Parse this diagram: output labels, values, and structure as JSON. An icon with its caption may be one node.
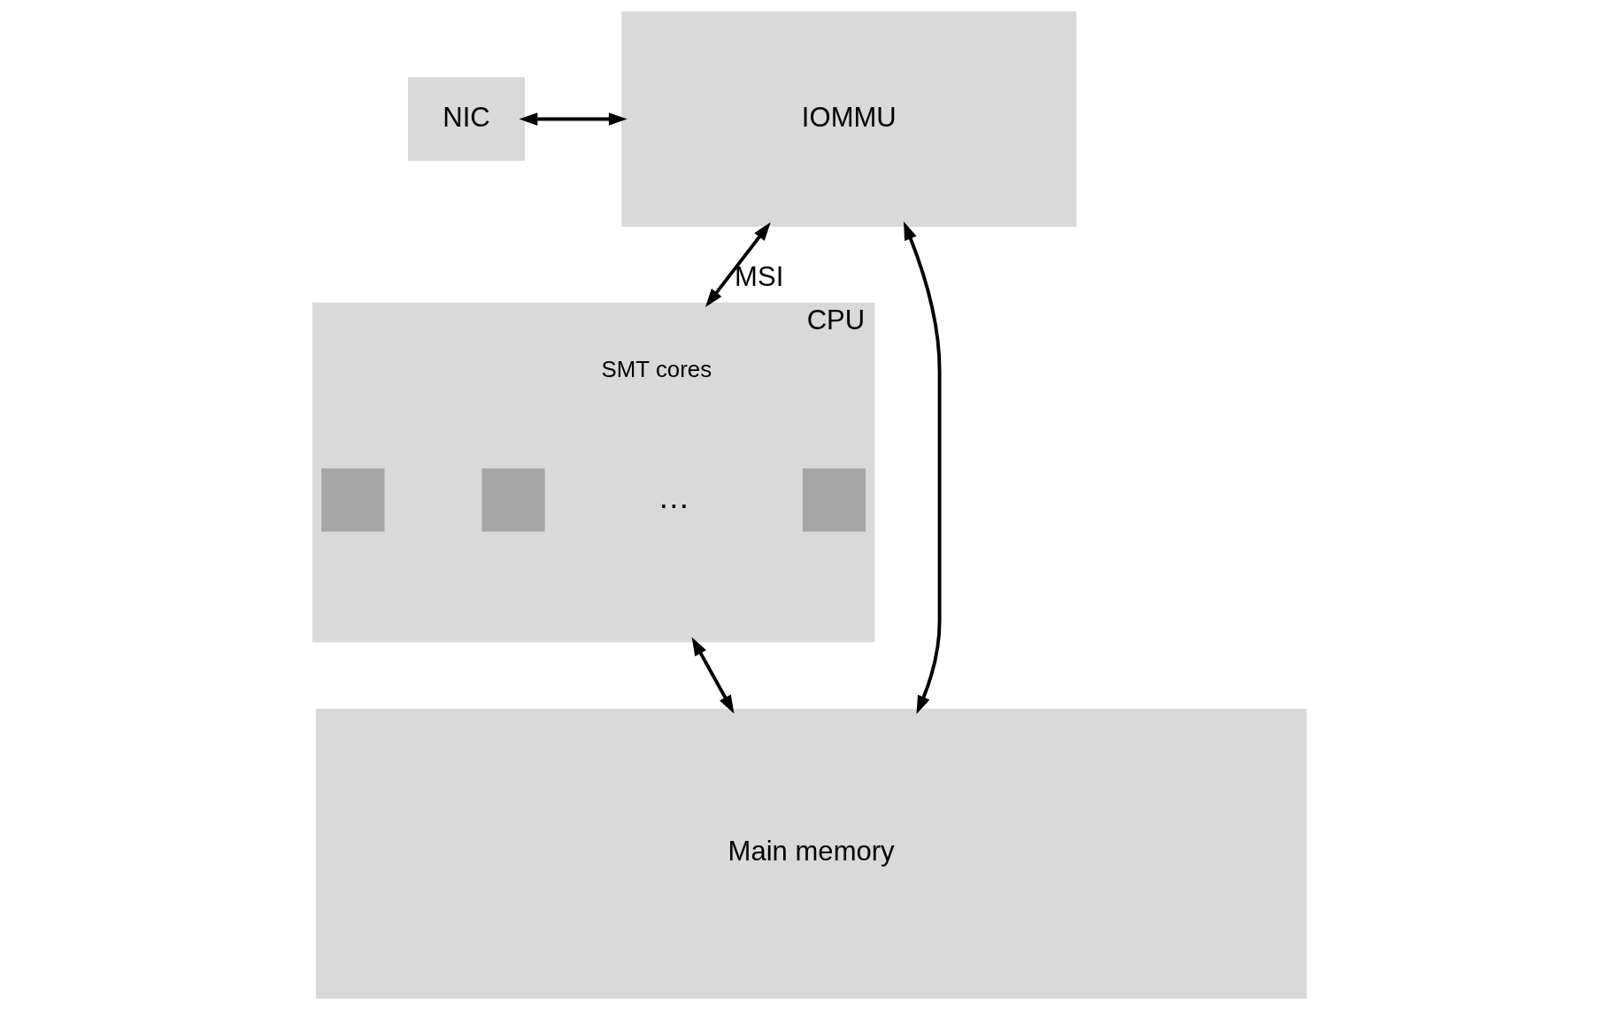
{
  "diagram": {
    "nodes": [
      {
        "text": [
          "NIC"
        ]
      },
      {
        "text": [
          "IOMMU"
        ]
      },
      {
        "text": [
          "CPU"
        ]
      },
      {
        "text": [],
        "shape": "box",
        "in": 2
      },
      {
        "text": [],
        "shape": "box",
        "in": 2
      },
      {
        "text": [],
        "shape": "box",
        "in": 2
      },
      {
        "text": [
          "Main memory"
        ]
      }
    ],
    "edges": [
      {
        "from": 0,
        "to": 1,
        "arrow": "both"
      },
      {
        "from": 1,
        "to": 2,
        "arrow": "both",
        "label": "MSI"
      },
      {
        "from": 1,
        "to": 6,
        "arrow": "both"
      },
      {
        "from": 2,
        "to": 6,
        "arrow": "both"
      }
    ],
    "labels": [
      "SMT cores",
      "…"
    ]
  }
}
